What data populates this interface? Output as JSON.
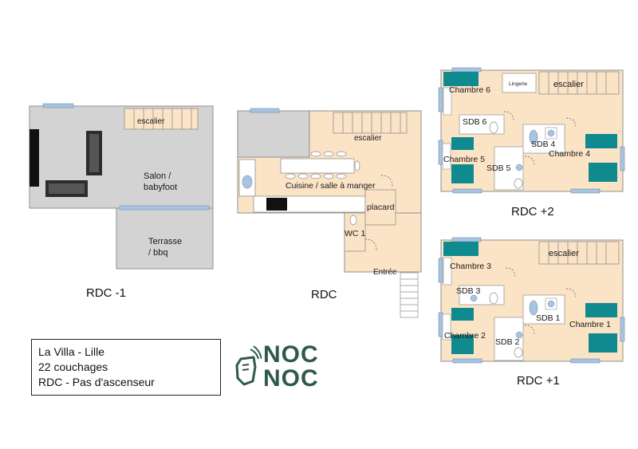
{
  "floors": {
    "rdc_m1": {
      "label": "RDC -1",
      "rooms": {
        "staircase": "escalier",
        "lounge_1": "Salon /",
        "lounge_2": "babyfoot",
        "terrace_1": "Terrasse",
        "terrace_2": "/ bbq"
      }
    },
    "rdc": {
      "label": "RDC",
      "rooms": {
        "staircase": "escalier",
        "kitchen": "Cuisine / salle à manger",
        "closet": "placard",
        "wc": "WC 1",
        "entrance": "Entrée"
      }
    },
    "rdc_p2": {
      "label": "RDC +2",
      "rooms": {
        "bedroom_6": "Chambre 6",
        "linen": "Lingerie",
        "staircase": "escalier",
        "bath_6": "SDB 6",
        "bath_4": "SDB 4",
        "bedroom_4": "Chambre 4",
        "bedroom_5": "Chambre 5",
        "bath_5": "SDB 5"
      }
    },
    "rdc_p1": {
      "label": "RDC +1",
      "rooms": {
        "staircase": "escalier",
        "bedroom_3": "Chambre 3",
        "bath_3": "SDB 3",
        "bath_1": "SDB 1",
        "bedroom_1": "Chambre 1",
        "bedroom_2": "Chambre 2",
        "bath_2": "SDB 2"
      }
    }
  },
  "info": {
    "line1": "La Villa  - Lille",
    "line2": "22 couchages",
    "line3": "RDC - Pas d'ascenseur"
  },
  "logo": {
    "line1": "NOC",
    "line2": "NOC",
    "color": "#2f5a4a"
  },
  "colors": {
    "floor": "#fbe3c6",
    "basement": "#d3d3d3",
    "wall": "#8f8f8f",
    "window": "#a9c4e0",
    "bed": "#0f8a8e",
    "furniture": "#2c2c2c"
  }
}
